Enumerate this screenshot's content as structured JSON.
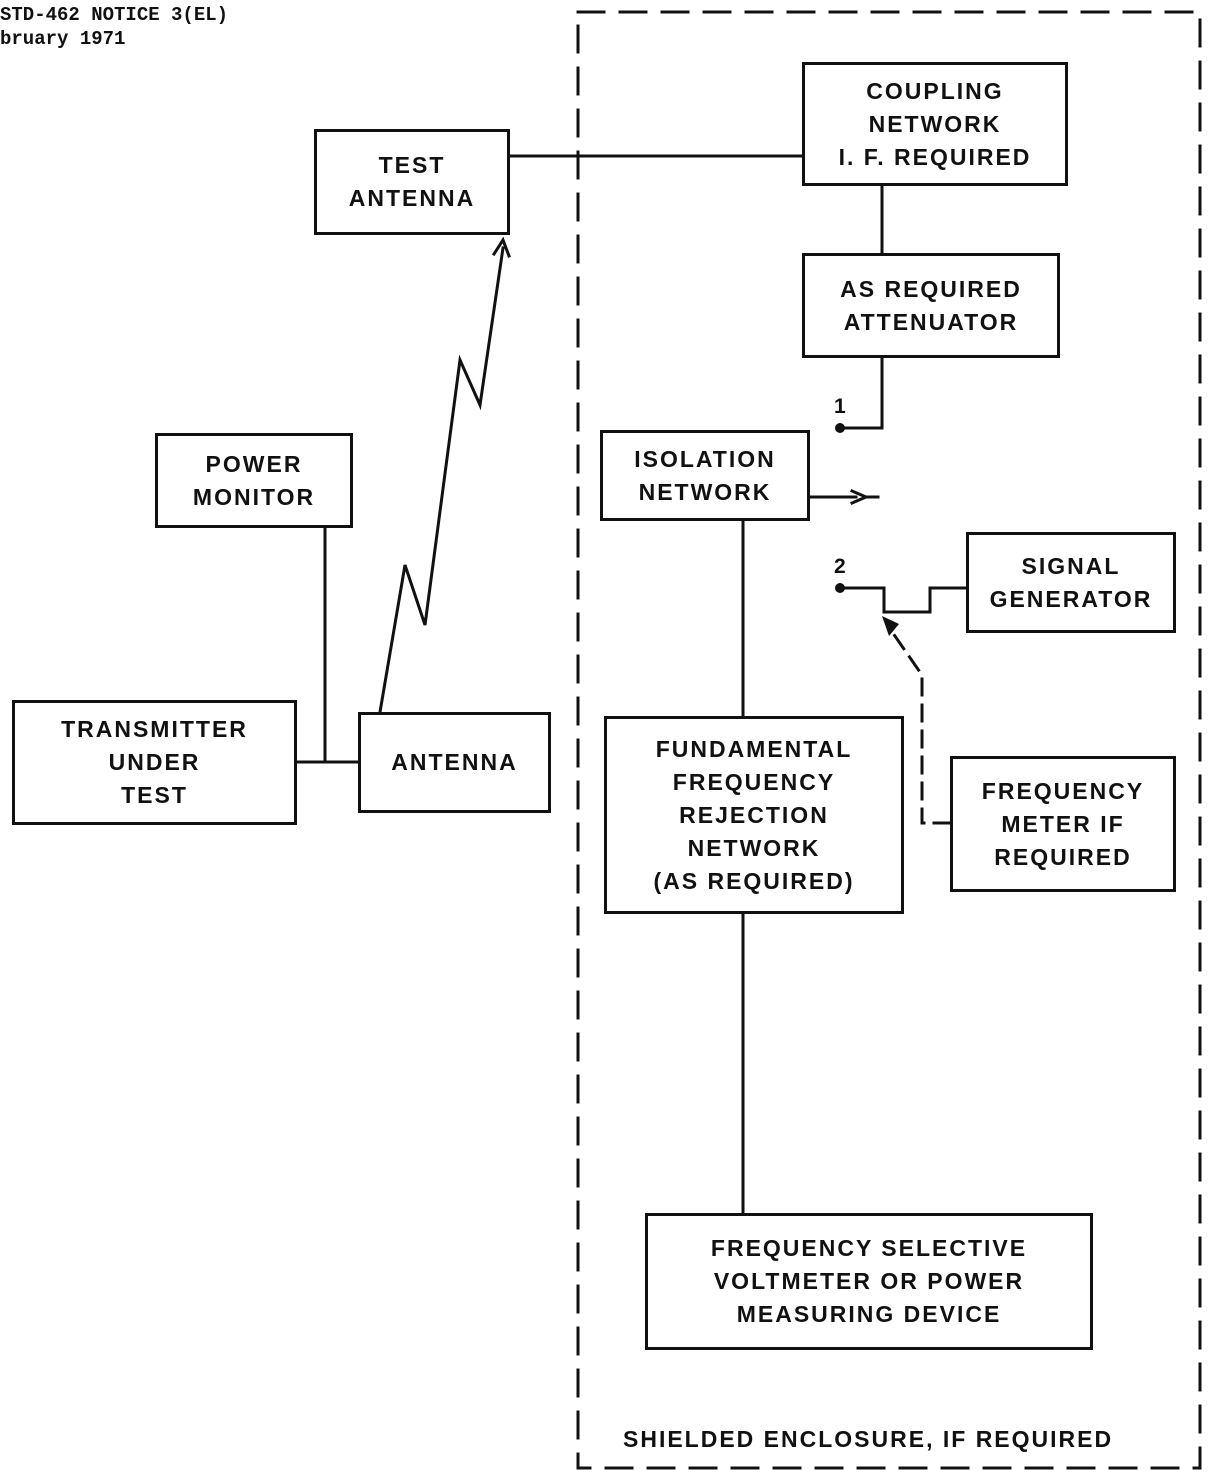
{
  "header": {
    "line1": "STD-462 NOTICE 3(EL)",
    "line2": "bruary 1971"
  },
  "boxes": {
    "coupling_network": [
      "COUPLING",
      "NETWORK",
      "I. F. REQUIRED"
    ],
    "test_antenna": [
      "TEST",
      "ANTENNA"
    ],
    "attenuator": [
      "AS REQUIRED",
      "ATTENUATOR"
    ],
    "power_monitor": [
      "POWER",
      "MONITOR"
    ],
    "isolation_network": [
      "ISOLATION",
      "NETWORK"
    ],
    "signal_generator": [
      "SIGNAL",
      "GENERATOR"
    ],
    "transmitter": [
      "TRANSMITTER",
      "UNDER",
      "TEST"
    ],
    "antenna": [
      "ANTENNA"
    ],
    "rejection_network": [
      "FUNDAMENTAL",
      "FREQUENCY",
      "REJECTION",
      "NETWORK",
      "(AS REQUIRED)"
    ],
    "frequency_meter": [
      "FREQUENCY",
      "METER IF",
      "REQUIRED"
    ],
    "voltmeter": [
      "FREQUENCY SELECTIVE",
      "VOLTMETER OR POWER",
      "MEASURING DEVICE"
    ]
  },
  "terminals": {
    "t1": "1",
    "t2": "2"
  },
  "enclosure_label": "SHIELDED ENCLOSURE, IF REQUIRED",
  "colors": {
    "ink": "#111111",
    "paper": "#ffffff"
  }
}
